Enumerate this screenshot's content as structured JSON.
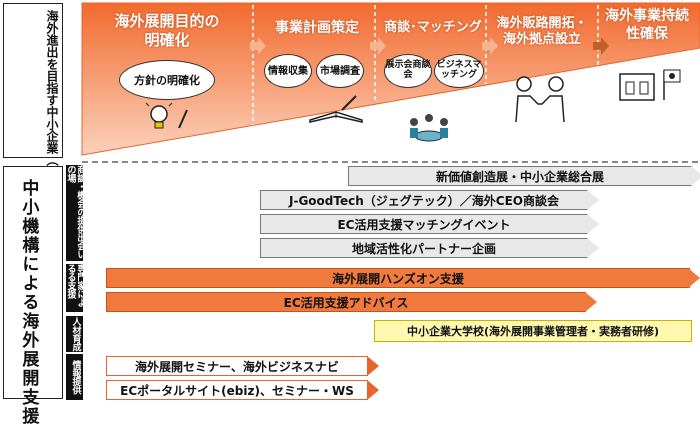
{
  "target_label": "海外進出を目指す中小企業（支援ターゲット）",
  "support_label": "中小機構による海外展開支援",
  "stages": [
    {
      "title": "海外展開目的の明確化",
      "items": [
        "方針の明確化"
      ]
    },
    {
      "title": "事業計画策定",
      "items": [
        "情報収集",
        "市場調査"
      ]
    },
    {
      "title": "商談･マッチング",
      "items": [
        "展示会商談会",
        "ビジネスマッチング"
      ]
    },
    {
      "title": "海外販路開拓・海外拠点設立",
      "items": []
    },
    {
      "title": "海外事業持続性確保",
      "items": []
    }
  ],
  "categories": [
    {
      "label": "商談・機会の提供出会いの場"
    },
    {
      "label": "専門家によるる支援"
    },
    {
      "label": "人材育成"
    },
    {
      "label": "情報提供"
    }
  ],
  "programs": [
    {
      "label": "新価値創造展・中小企業総合展",
      "color": "#e8e8e8"
    },
    {
      "label": "J-GoodTech（ジェグテック）／海外CEO商談会",
      "color": "#e8e8e8"
    },
    {
      "label": "EC活用支援マッチングイベント",
      "color": "#e8e8e8"
    },
    {
      "label": "地域活性化パートナー企画",
      "color": "#e8e8e8"
    },
    {
      "label": "海外展開ハンズオン支援",
      "color": "#f07a3e"
    },
    {
      "label": "EC活用支援アドバイス",
      "color": "#f07a3e"
    },
    {
      "label": "中小企業大学校(海外展開事業管理者・実務者研修)",
      "color": "#fff8b0"
    },
    {
      "label": "海外展開セミナー、海外ビジネスナビ",
      "color": "#ffffff"
    },
    {
      "label": "ECポータルサイト(ebiz)、セミナー・WS",
      "color": "#ffffff"
    }
  ]
}
